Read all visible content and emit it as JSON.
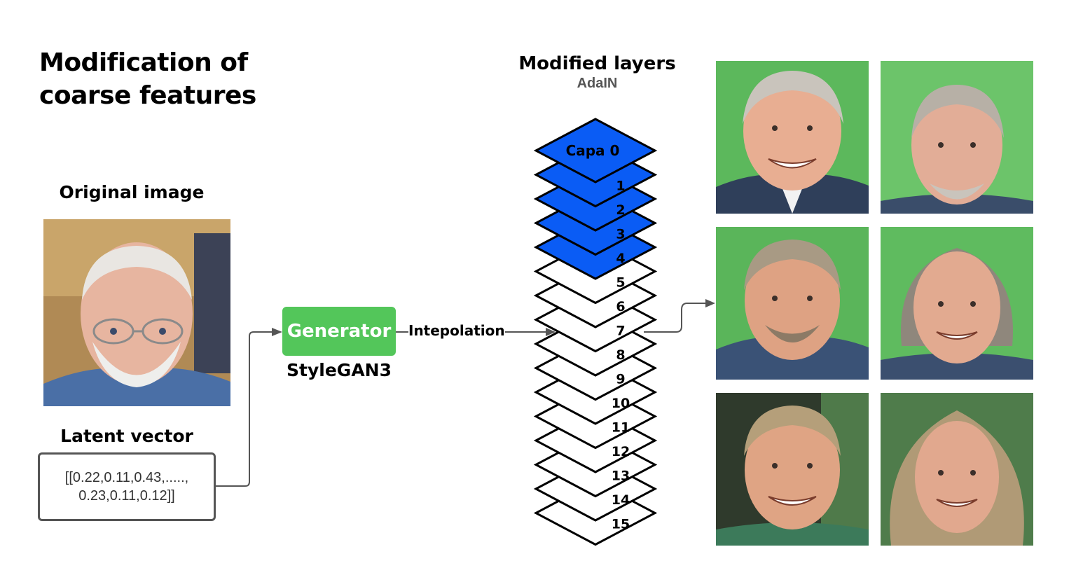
{
  "title_line1": "Modification of",
  "title_line2": "coarse features",
  "original_label": "Original image",
  "latent_label": "Latent vector",
  "latent_line1": "[[0.22,0.11,0.43,.....,",
  "latent_line2": "0.23,0.11,0.12]]",
  "generator_label": "Generator",
  "generator_sub": "StyleGAN3",
  "interp_label": "Intepolation",
  "layers_title": "Modified layers",
  "layers_sub": "AdaIN",
  "layers": [
    {
      "label": "Capa 0",
      "modified": true
    },
    {
      "label": "1",
      "modified": true
    },
    {
      "label": "2",
      "modified": true
    },
    {
      "label": "3",
      "modified": true
    },
    {
      "label": "4",
      "modified": true
    },
    {
      "label": "5",
      "modified": false
    },
    {
      "label": "6",
      "modified": false
    },
    {
      "label": "7",
      "modified": false
    },
    {
      "label": "8",
      "modified": false
    },
    {
      "label": "9",
      "modified": false
    },
    {
      "label": "10",
      "modified": false
    },
    {
      "label": "11",
      "modified": false
    },
    {
      "label": "12",
      "modified": false
    },
    {
      "label": "13",
      "modified": false
    },
    {
      "label": "14",
      "modified": false
    },
    {
      "label": "15",
      "modified": false
    }
  ],
  "colors": {
    "modified_fill": "#0a5cf5",
    "unmodified_fill": "#ffffff",
    "generator_green": "#53c65a",
    "photo_bg_green": "#5cb85c"
  },
  "output_images": [
    "face-output-1",
    "face-output-2",
    "face-output-3",
    "face-output-4",
    "face-output-5",
    "face-output-6"
  ]
}
